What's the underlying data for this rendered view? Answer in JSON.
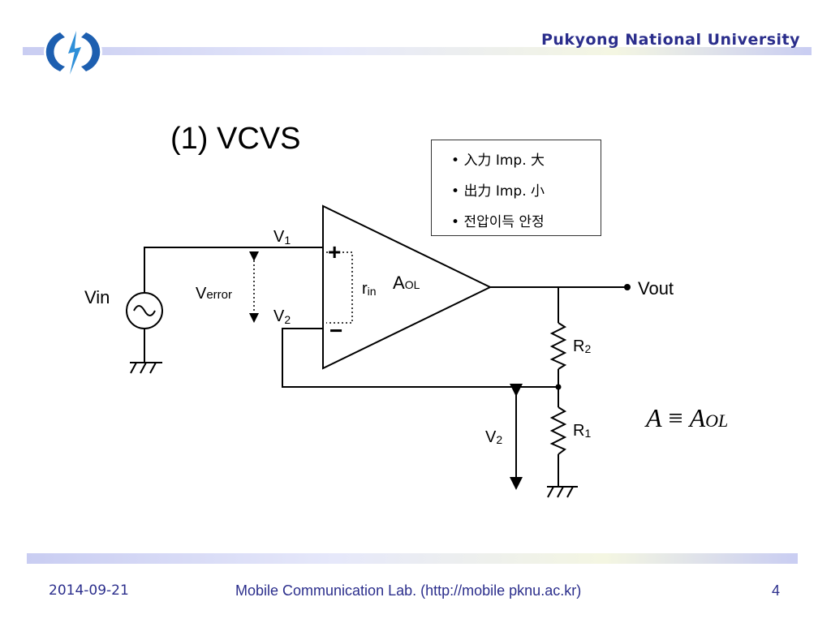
{
  "header": {
    "university": "Pukyong National University"
  },
  "slide": {
    "title": "(1) VCVS",
    "bullets": [
      "入力 Imp. 大",
      "出力 Imp. 小",
      "전압이득 안정"
    ]
  },
  "circuit": {
    "labels": {
      "vin": "Vin",
      "verror_main": "V",
      "verror_sub": "error",
      "v1_main": "V",
      "v1_sub": "1",
      "v2_main": "V",
      "v2_sub": "2",
      "plus": "+",
      "minus": "−",
      "rin_main": "r",
      "rin_sub": "in",
      "aol_main": "A",
      "aol_sub": "OL",
      "vout": "Vout",
      "r2_main": "R",
      "r2_sub": "2",
      "r1_main": "R",
      "r1_sub": "1",
      "v2b_main": "V",
      "v2b_sub": "2"
    },
    "equation": {
      "lhs": "A",
      "op": " ≡ ",
      "rhs": "A",
      "rhs_sub": "OL"
    }
  },
  "footer": {
    "date": "2014-09-21",
    "lab": "Mobile Communication Lab. (http://mobile pknu.ac.kr)",
    "page": "4"
  },
  "colors": {
    "brand": "#2b2e8c",
    "logo_blue": "#1d5fb0",
    "logo_light": "#2e8fd8"
  }
}
